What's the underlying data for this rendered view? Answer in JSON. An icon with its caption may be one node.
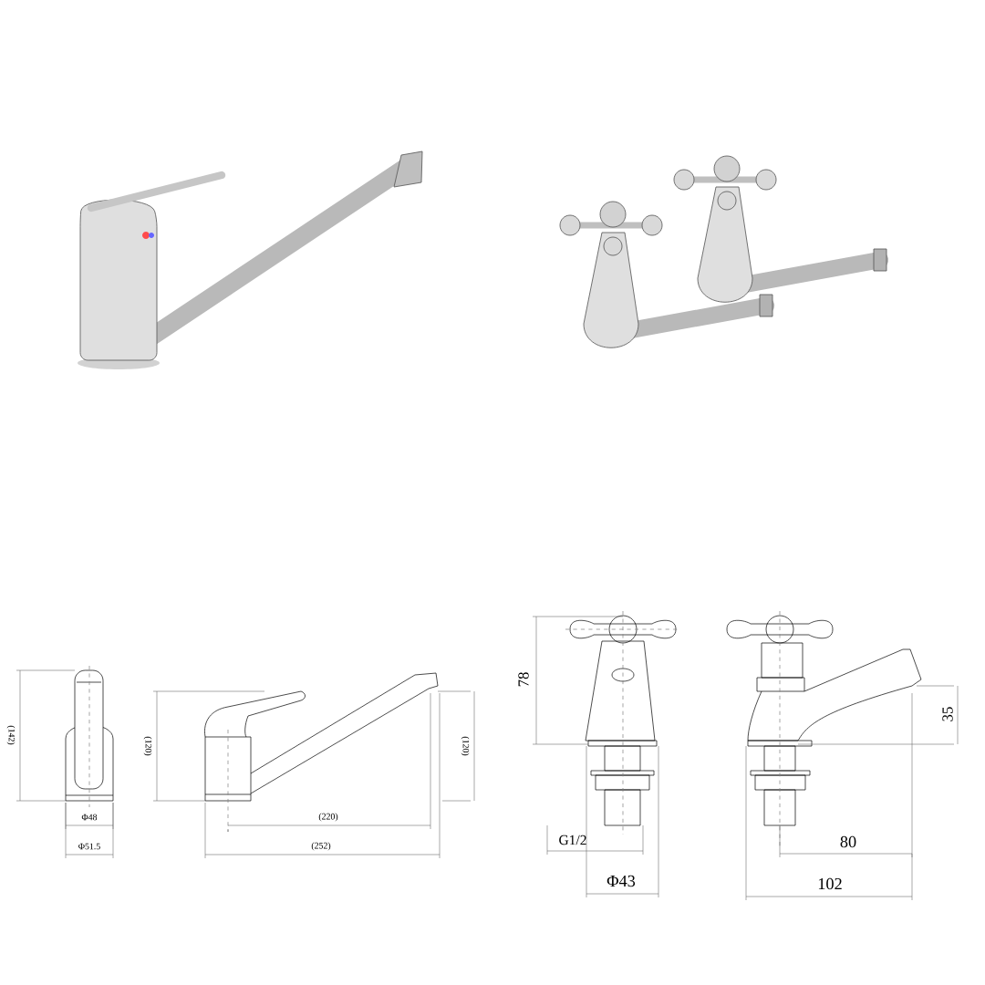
{
  "diagram": {
    "labels": [
      "(142)",
      "(120)",
      "(120)",
      "Φ48",
      "(220)",
      "Φ51.5",
      "(252)",
      "78",
      "35",
      "G1/2",
      "80",
      "Φ43",
      "102"
    ]
  }
}
